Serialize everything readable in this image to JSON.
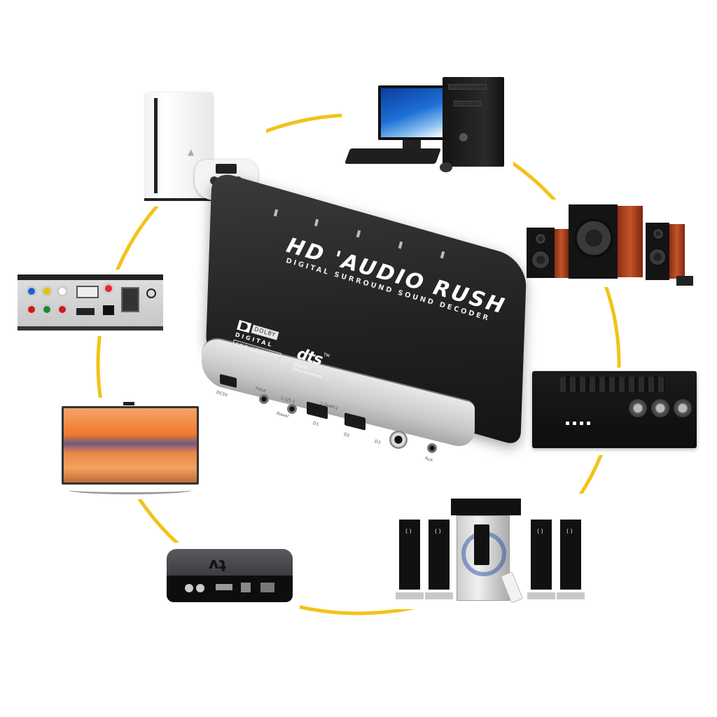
{
  "product": {
    "brand_title": "HD 'AUDIO RUSH",
    "subtitle": "DIGITAL SURROUND SOUND DECODER",
    "logos": {
      "dolby": {
        "top": "DOLBY",
        "middle": "DIGITAL",
        "bottom": "PRO LOGIC II"
      },
      "dts": {
        "mark": "dts",
        "tm": "TM",
        "line1": "Digital",
        "line2": "Entertainment"
      }
    },
    "front_panel_labels": [
      "DC5V",
      "Input",
      "2.1/5.1",
      "Power",
      "1-Spdif-2",
      "D1",
      "D2",
      "D3",
      "Aux"
    ]
  },
  "connected_devices": [
    {
      "id": "ps4",
      "label": "Game console (PS4 with controller)"
    },
    {
      "id": "pc",
      "label": "Desktop computer"
    },
    {
      "id": "speakers-2-1",
      "label": "2.1 wooden speaker system"
    },
    {
      "id": "amplifier",
      "label": "Stereo amplifier / receiver"
    },
    {
      "id": "home-theater",
      "label": "5.1 home theater speaker set"
    },
    {
      "id": "apple-tv",
      "label": "Apple TV",
      "logo_text": "tv"
    },
    {
      "id": "television",
      "label": "LED television"
    },
    {
      "id": "set-top-box",
      "label": "Set-top box rear panel"
    }
  ],
  "colors": {
    "connector_ring": "#f2c318",
    "decoder_body": "#242426",
    "decoder_front": "#d4d4d6"
  }
}
